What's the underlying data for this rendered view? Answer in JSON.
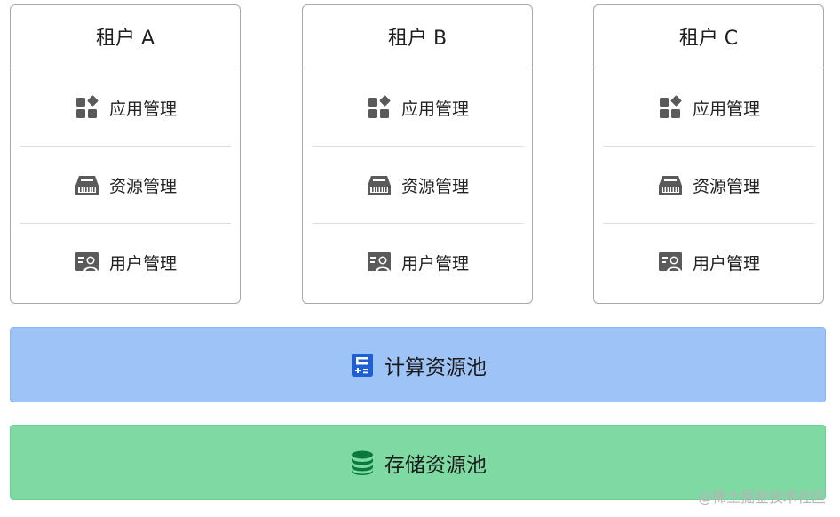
{
  "tenants": [
    {
      "title": "租户 A",
      "rows": [
        {
          "label": "应用管理",
          "icon": "app-grid-icon"
        },
        {
          "label": "资源管理",
          "icon": "storage-drive-icon"
        },
        {
          "label": "用户管理",
          "icon": "user-card-icon"
        }
      ]
    },
    {
      "title": "租户 B",
      "rows": [
        {
          "label": "应用管理",
          "icon": "app-grid-icon"
        },
        {
          "label": "资源管理",
          "icon": "storage-drive-icon"
        },
        {
          "label": "用户管理",
          "icon": "user-card-icon"
        }
      ]
    },
    {
      "title": "租户 C",
      "rows": [
        {
          "label": "应用管理",
          "icon": "app-grid-icon"
        },
        {
          "label": "资源管理",
          "icon": "storage-drive-icon"
        },
        {
          "label": "用户管理",
          "icon": "user-card-icon"
        }
      ]
    }
  ],
  "pools": {
    "compute": {
      "label": "计算资源池",
      "icon": "calculator-icon",
      "color": "#9dc3f7"
    },
    "storage": {
      "label": "存储资源池",
      "icon": "database-icon",
      "color": "#7fd9a3"
    }
  },
  "watermark": "@稀土掘金技术社区"
}
